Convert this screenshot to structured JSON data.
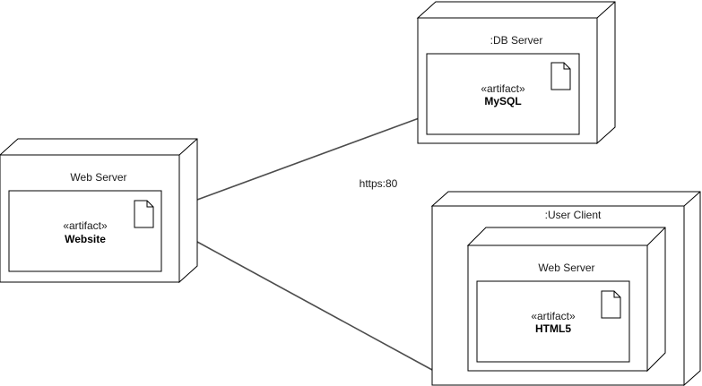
{
  "connection_label": "https:80",
  "nodes": {
    "db_server": {
      "title": ":DB Server",
      "artifact": {
        "stereotype": "«artifact»",
        "name": "MySQL"
      }
    },
    "web_server": {
      "title": "Web Server",
      "artifact": {
        "stereotype": "«artifact»",
        "name": "Website"
      }
    },
    "user_client": {
      "title": ":User Client",
      "inner_node": {
        "title": "Web Server",
        "artifact": {
          "stereotype": "«artifact»",
          "name": "HTML5"
        }
      }
    }
  }
}
